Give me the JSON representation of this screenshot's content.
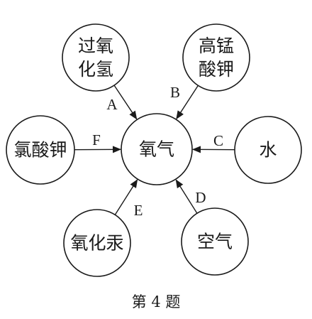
{
  "diagram": {
    "center": {
      "id": "oxygen",
      "text": "氧气"
    },
    "sources": [
      {
        "id": "hydrogen-peroxide",
        "lines": [
          "过氧",
          "化氢"
        ],
        "edge_label": "A"
      },
      {
        "id": "potassium-permanganate",
        "lines": [
          "高锰",
          "酸钾"
        ],
        "edge_label": "B"
      },
      {
        "id": "water",
        "lines": [
          "水"
        ],
        "edge_label": "C"
      },
      {
        "id": "air",
        "lines": [
          "空气"
        ],
        "edge_label": "D"
      },
      {
        "id": "mercuric-oxide",
        "lines": [
          "氧化汞"
        ],
        "edge_label": "E"
      },
      {
        "id": "potassium-chlorate",
        "lines": [
          "氯酸钾"
        ],
        "edge_label": "F"
      }
    ]
  },
  "caption": "第 4 题"
}
